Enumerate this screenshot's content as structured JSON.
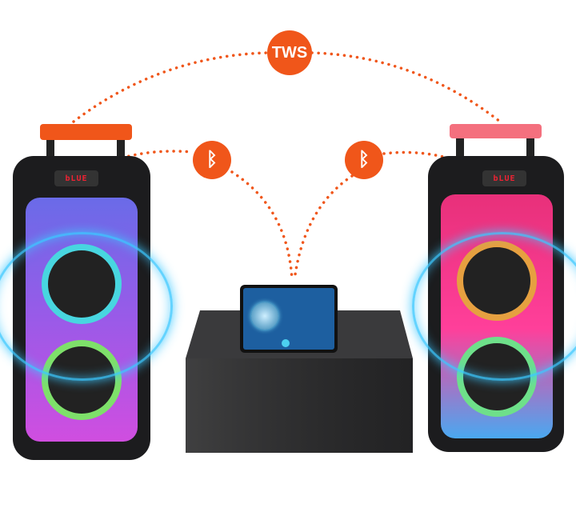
{
  "tws_label": "TWS",
  "left_speaker": {
    "display": "bLUE",
    "handle_color": "#f0561a"
  },
  "right_speaker": {
    "display": "bLUE",
    "handle_color": "#f4707e"
  },
  "colors": {
    "accent": "#f0561a"
  }
}
